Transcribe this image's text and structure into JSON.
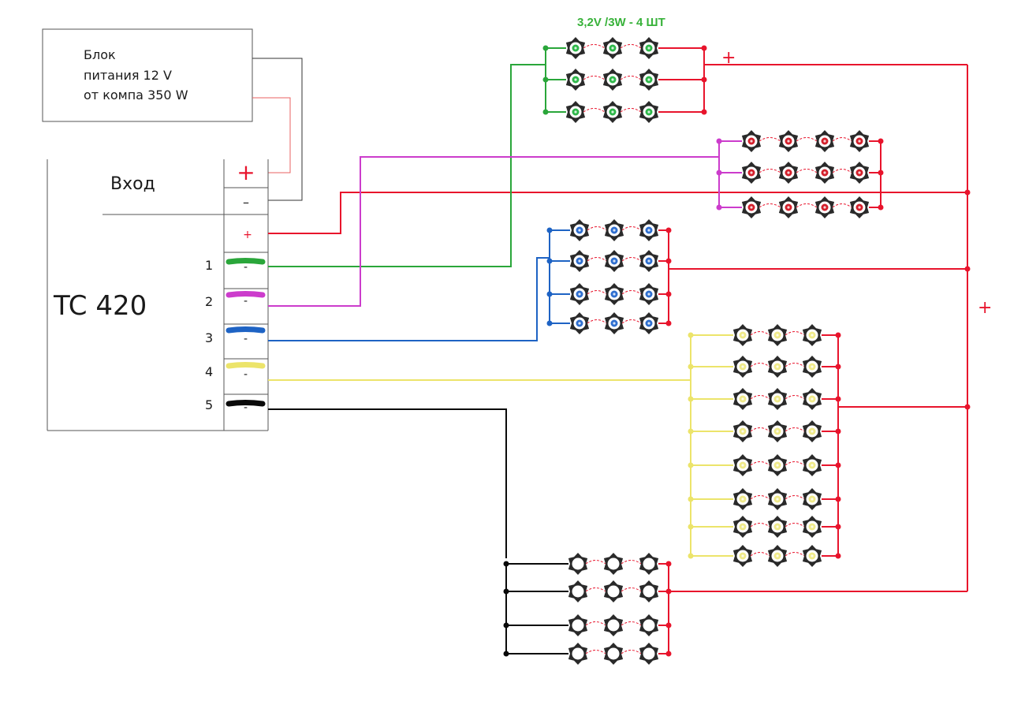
{
  "psu": {
    "line1": "Блок",
    "line2": "питания 12 V",
    "line3": "от компа 350 W"
  },
  "controller": {
    "name": "TC 420",
    "input_label": "Вход",
    "input_plus": "+",
    "input_minus": "–",
    "output_plus": "+",
    "channels": [
      {
        "number": "1",
        "minus": "-",
        "color": "#2aa63a"
      },
      {
        "number": "2",
        "minus": "-",
        "color": "#cc3ccc"
      },
      {
        "number": "3",
        "minus": "-",
        "color": "#1e63c4"
      },
      {
        "number": "4",
        "minus": "-",
        "color": "#ece46a"
      },
      {
        "number": "5",
        "minus": "-",
        "color": "#0a0a0a"
      }
    ]
  },
  "led_spec": "3,2V /3W - 4 ШТ",
  "plus_marks": [
    "+",
    "+"
  ],
  "colors": {
    "positive": "#e8142c",
    "green": "#2aa63a",
    "magenta": "#cc3ccc",
    "blue": "#1e63c4",
    "yellow": "#ece46a",
    "black": "#0a0a0a",
    "green_text": "#38b23a"
  },
  "led_groups": [
    {
      "name": "green",
      "rows": 3,
      "cols": 3,
      "led_color": "#2fb84a"
    },
    {
      "name": "red",
      "rows": 3,
      "cols": 4,
      "led_color": "#d4202c"
    },
    {
      "name": "blue",
      "rows": 4,
      "cols": 3,
      "led_color": "#2f6fd0"
    },
    {
      "name": "yellow",
      "rows": 8,
      "cols": 3,
      "led_color": "#f0ea8a"
    },
    {
      "name": "white",
      "rows": 4,
      "cols": 3,
      "led_color": "#ffffff"
    }
  ]
}
